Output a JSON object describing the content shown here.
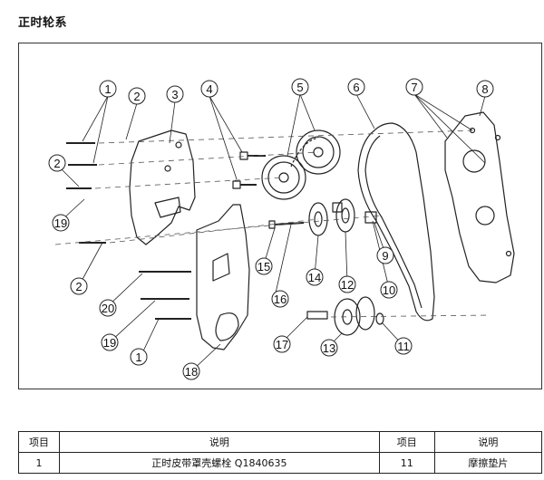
{
  "section_title": "正时轮系",
  "callouts": [
    "1",
    "2",
    "3",
    "4",
    "5",
    "6",
    "7",
    "8",
    "2",
    "19",
    "2",
    "20",
    "19",
    "1",
    "18",
    "15",
    "16",
    "14",
    "12",
    "10",
    "9",
    "17",
    "13",
    "11"
  ],
  "table": {
    "headers": [
      "项目",
      "说明",
      "项目",
      "说明"
    ],
    "rows": [
      [
        "1",
        "正时皮带罩壳螺栓  Q1840635",
        "11",
        "摩擦垫片"
      ]
    ]
  }
}
